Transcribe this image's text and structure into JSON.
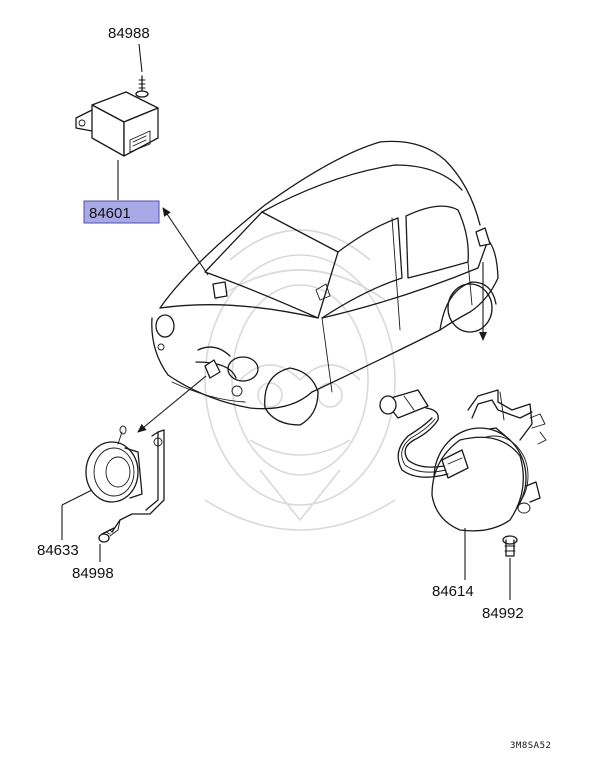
{
  "parts": {
    "p84988": "84988",
    "p84601": "84601",
    "p84633": "84633",
    "p84998": "84998",
    "p84614": "84614",
    "p84992": "84992"
  },
  "diagram_code": "3M8SA52",
  "colors": {
    "highlight": "#a9a9e8",
    "line": "#1a1a1a",
    "watermark": "#d9d9d9"
  },
  "selected_part": "84601"
}
